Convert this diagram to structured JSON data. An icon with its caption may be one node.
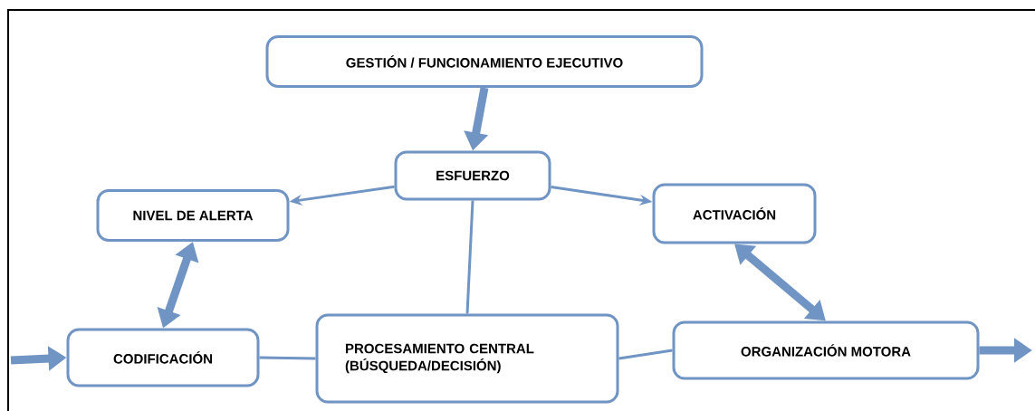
{
  "diagram": {
    "nodes": [
      {
        "text": [
          "GESTIÓN / FUNCIONAMIENTO EJECUTIVO"
        ]
      },
      {
        "text": [
          "ESFUERZO"
        ]
      },
      {
        "text": [
          "NIVEL DE ALERTA"
        ]
      },
      {
        "text": [
          "ACTIVACIÓN"
        ]
      },
      {
        "text": [
          "CODIFICACIÓN"
        ]
      },
      {
        "text": [
          "PROCESAMIENTO CENTRAL (BÚSQUEDA/DECISIÓN)"
        ]
      },
      {
        "text": [
          "ORGANIZACIÓN MOTORA"
        ]
      }
    ],
    "edges": [
      {
        "from": 0,
        "to": 1,
        "arrow": "to",
        "style": "thick"
      },
      {
        "from": 1,
        "to": 2,
        "arrow": "to"
      },
      {
        "from": 1,
        "to": 3,
        "arrow": "to"
      },
      {
        "from": 1,
        "to": 5,
        "arrow": "none"
      },
      {
        "from": 2,
        "to": 4,
        "arrow": "both",
        "style": "thick"
      },
      {
        "from": 3,
        "to": 6,
        "arrow": "both",
        "style": "thick"
      },
      {
        "from": 4,
        "to": 5,
        "arrow": "none"
      },
      {
        "from": 5,
        "to": 6,
        "arrow": "none"
      },
      {
        "from": null,
        "to": 4,
        "arrow": "to",
        "style": "thick"
      },
      {
        "from": 6,
        "to": null,
        "arrow": "to",
        "style": "thick"
      }
    ]
  }
}
